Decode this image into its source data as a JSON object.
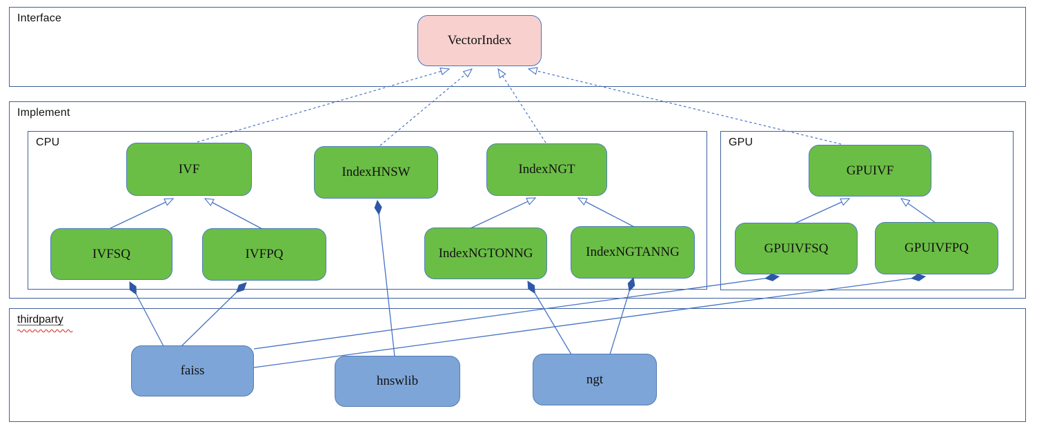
{
  "diagram": {
    "interface": {
      "label": "Interface",
      "nodes": {
        "vectorindex": "VectorIndex"
      }
    },
    "implement": {
      "label": "Implement",
      "cpu": {
        "label": "CPU",
        "nodes": {
          "ivf": "IVF",
          "indexhnsw": "IndexHNSW",
          "indexngt": "IndexNGT",
          "ivfsq": "IVFSQ",
          "ivfpq": "IVFPQ",
          "indexngtonng": "IndexNGTONNG",
          "indexngtanng": "IndexNGTANNG"
        }
      },
      "gpu": {
        "label": "GPU",
        "nodes": {
          "gpuivf": "GPUIVF",
          "gpuivfsq": "GPUIVFSQ",
          "gpuivfpq": "GPUIVFPQ"
        }
      }
    },
    "thirdparty": {
      "label": "thirdparty",
      "nodes": {
        "faiss": "faiss",
        "hnswlib": "hnswlib",
        "ngt": "ngt"
      }
    },
    "edges": [
      {
        "from": "IVF",
        "to": "VectorIndex",
        "type": "realization"
      },
      {
        "from": "IndexHNSW",
        "to": "VectorIndex",
        "type": "realization"
      },
      {
        "from": "IndexNGT",
        "to": "VectorIndex",
        "type": "realization"
      },
      {
        "from": "GPUIVF",
        "to": "VectorIndex",
        "type": "realization"
      },
      {
        "from": "IVFSQ",
        "to": "IVF",
        "type": "inheritance"
      },
      {
        "from": "IVFPQ",
        "to": "IVF",
        "type": "inheritance"
      },
      {
        "from": "IndexNGTONNG",
        "to": "IndexNGT",
        "type": "inheritance"
      },
      {
        "from": "IndexNGTANNG",
        "to": "IndexNGT",
        "type": "inheritance"
      },
      {
        "from": "GPUIVFSQ",
        "to": "GPUIVF",
        "type": "inheritance"
      },
      {
        "from": "GPUIVFPQ",
        "to": "GPUIVF",
        "type": "inheritance"
      },
      {
        "from": "faiss",
        "to": "IVFSQ",
        "type": "composition"
      },
      {
        "from": "faiss",
        "to": "IVFPQ",
        "type": "composition"
      },
      {
        "from": "faiss",
        "to": "GPUIVFSQ",
        "type": "composition"
      },
      {
        "from": "faiss",
        "to": "GPUIVFPQ",
        "type": "composition"
      },
      {
        "from": "hnswlib",
        "to": "IndexHNSW",
        "type": "composition"
      },
      {
        "from": "ngt",
        "to": "IndexNGTONNG",
        "type": "composition"
      },
      {
        "from": "ngt",
        "to": "IndexNGTANNG",
        "type": "composition"
      }
    ],
    "colors": {
      "container_border": "#3c5f9c",
      "connector": "#4472c4",
      "diamond_fill": "#2e58a6",
      "node_green_fill": "#6bbe45",
      "node_green_border": "#4b7cba",
      "node_blue_fill": "#7da5d8",
      "node_blue_border": "#527ab0",
      "node_pink_fill": "#f8d1cf",
      "node_pink_border": "#4472c4",
      "spellcheck_squiggle": "#d7352a"
    }
  }
}
